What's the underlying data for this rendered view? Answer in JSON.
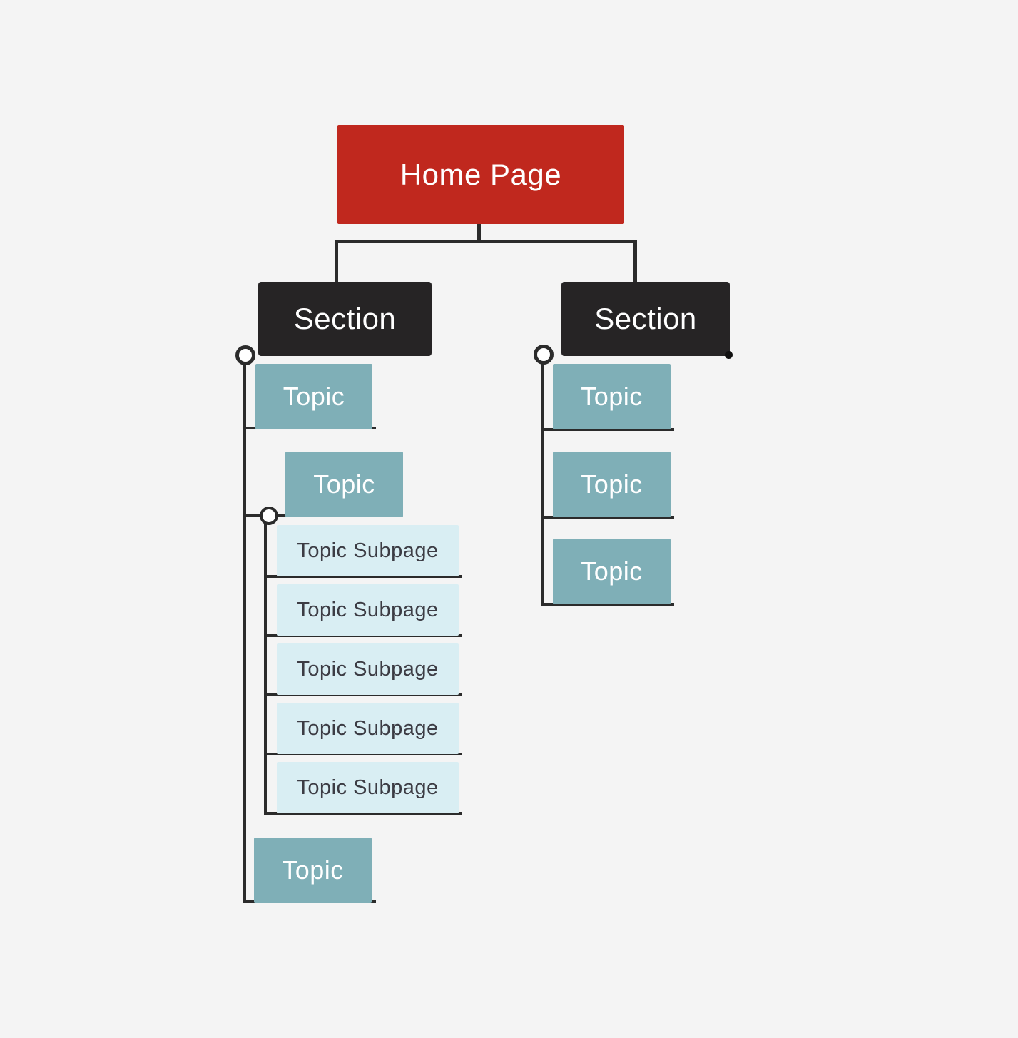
{
  "diagram": {
    "type": "sitemap-tree",
    "colors": {
      "background": "#f4f4f4",
      "line": "#2b2b2b",
      "home": "#c0281e",
      "section": "#262425",
      "topic": "#7fafb7",
      "subpage": "#d9eef3",
      "subpage_text": "#3c3c44",
      "node_text": "#ffffff"
    },
    "home": {
      "label": "Home Page"
    },
    "sections": [
      {
        "label": "Section"
      },
      {
        "label": "Section"
      }
    ],
    "left_branch": {
      "topics": [
        {
          "label": "Topic"
        },
        {
          "label": "Topic"
        },
        {
          "label": "Topic"
        }
      ],
      "subpages": [
        {
          "label": "Topic Subpage"
        },
        {
          "label": "Topic Subpage"
        },
        {
          "label": "Topic Subpage"
        },
        {
          "label": "Topic Subpage"
        },
        {
          "label": "Topic Subpage"
        }
      ]
    },
    "right_branch": {
      "topics": [
        {
          "label": "Topic"
        },
        {
          "label": "Topic"
        },
        {
          "label": "Topic"
        }
      ]
    }
  }
}
